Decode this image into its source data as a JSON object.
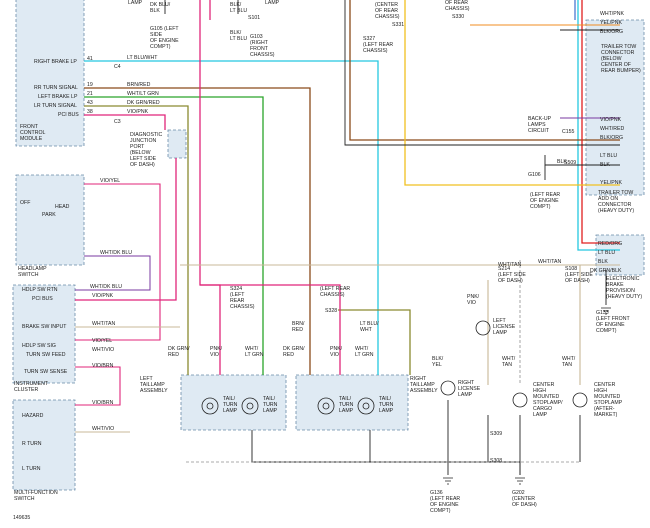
{
  "labels": {
    "lamp_top_left": "LAMP",
    "lamp_top_center": "LAMP",
    "g105_top": "DK BLU/\nBLK",
    "g105_label": "G105 (LEFT\nSIDE\nOF ENGINE\nCOMPT)",
    "blk_lt_blu": "BLK/\nLT BLU",
    "s101": "S101",
    "blk_lt_blu_2": "BLK/\nLT BLU",
    "g103_label": "G103\n(RIGHT\nFRONT\nCHASSIS)",
    "center_rear_chassis": "(CENTER\nOF REAR\nCHASSIS)",
    "s331": "S331",
    "of_rear_chassis": "OF REAR\nCHASSIS)",
    "s330": "S330",
    "s327": "S327\n(LEFT REAR\nCHASSIS)",
    "front_control_module": "FRONT\nCONTROL\nMODULE",
    "right_brake_lp": "RIGHT BRAKE LP",
    "rr_turn_signal": "RR TURN SIGNAL",
    "left_brake_lp": "LEFT BRAKE LP",
    "lr_turn_signal": "LR TURN SIGNAL",
    "pci_bus": "PCI BUS",
    "pin_41": "41",
    "pin_19": "19",
    "pin_21": "21",
    "pin_43": "43",
    "pin_38": "38",
    "wire_lt_blu_wht": "LT BLU/WHT",
    "wire_brn_red": "BRN/RED",
    "wire_wht_lt_grn": "WHT/LT GRN",
    "wire_dk_grn_red": "DK GRN/RED",
    "wire_vio_pnk": "VIO/PNK",
    "c4": "C4",
    "c3": "C3",
    "diag_port": "DIAGNOSTIC\nJUNCTION\nPORT\n(BELOW\nLEFT SIDE\nOF DASH)",
    "headlamp_switch": "HEADLAMP\nSWITCH",
    "off": "OFF",
    "head": "HEAD",
    "park": "PARK",
    "wire_vio_yel": "VIO/YEL",
    "wire_wht_dk_blu": "WHT/DK BLU",
    "instrument_cluster": "INSTRUMENT\nCLUSTER",
    "hdlp_sw_rtn": "HDLP SW RTN",
    "pci_bus_2": "PCI BUS",
    "brake_sw_input": "BRAKE SW INPUT",
    "hdlp_sw_sig": "HDLP SW SIG",
    "turn_sw_feed": "TURN SW FEED",
    "turn_sw_sense": "TURN SW SENSE",
    "wire_wht_dk_blu_2": "WHT/DK BLU",
    "wire_vio_pnk_2": "VIO/PNK",
    "wire_wht_tan": "WHT/TAN",
    "wire_vio_yel_2": "VIO/YEL",
    "wire_wht_vio": "WHT/VIO",
    "wire_vio_brn": "VIO/BRN",
    "multifunction_switch": "MULTI-FUNCTION\nSWITCH",
    "hazard": "HAZARD",
    "r_turn": "R TURN",
    "l_turn": "L TURN",
    "wire_vio_brn_2": "VIO/BRN",
    "wire_wht_vio_2": "WHT/VIO",
    "s324": "S324\n(LEFT\nREAR\nCHASSIS)",
    "s328": "S328",
    "left_rear_chassis": "(LEFT REAR\nCHASSIS)",
    "left_taillamp": "LEFT\nTAILLAMP\nASSEMBLY",
    "right_taillamp": "RIGHT\nTAILLAMP\nASSEMBLY",
    "tail_turn_lamp": "TAIL/\nTURN\nLAMP",
    "dk_grn_red_v": "DK GRN/\nRED",
    "pnk_vio": "PNK/\nVIO",
    "wht_lt_grn_v": "WHT/\nLT GRN",
    "brn_red_v": "BRN/\nRED",
    "lt_blu_wht_v": "LT BLU/\nWHT",
    "blk_yel": "BLK/\nYEL",
    "right_license_lamp": "RIGHT\nLICENSE\nLAMP",
    "left_license_lamp": "LEFT\nLICENSE\nLAMP",
    "pnk_vio_2": "PNK/\nVIO",
    "s214": "S214\n(LEFT SIDE\nOF DASH)",
    "s108": "S108\n(LEFT SIDE\nOF DASH)",
    "wht_tan_v": "WHT/\nTAN",
    "center_high_stop_cargo": "CENTER\nHIGH\nMOUNTED\nSTOPLAMP/\nCARGO\nLAMP",
    "center_high_stop_after": "CENTER\nHIGH\nMOUNTED\nSTOPLAMP\n(AFTER-\nMARKET)",
    "s309": "S309",
    "s308": "S308",
    "g136": "G136\n(LEFT REAR\nOF ENGINE\nCOMPT)",
    "g202": "G202\n(CENTER\nOF DASH)",
    "diagram_id": "149635",
    "trailer_tow_connector": "TRAILER TOW\nCONNECTOR\n(BELOW\nCENTER OF\nREAR BUMPER)",
    "backup_lamps_circuit": "BACK-UP\nLAMPS\nCIRCUIT",
    "c155": "C155",
    "s509": "S509",
    "g106": "G106",
    "g106_loc": "(LEFT REAR\nOF ENGINE\nCOMPT)",
    "trailer_tow_addon": "TRAILER TOW\nADD ON\nCONNECTOR\n(HEAVY DUTY)",
    "ebp": "ELECTRONIC\nBRAKE\nPROVISION\n(HEAVY DUTY)",
    "g133": "G133\n(LEFT FRONT\nOF ENGINE\nCOMPT)",
    "blk": "BLK",
    "wht_pnk_r": "WHT/PNK",
    "yel_pnk_r": "YEL/PNK",
    "blk_org_r": "BLK/ORG",
    "vio_pnk_r": "VIO/PNK",
    "wht_red_r": "WHT/RED",
    "blk_org_r2": "BLK/ORG",
    "lt_blu_r": "LT BLU",
    "blk_r": "BLK",
    "yel_pnk_r2": "YEL/PNK",
    "red_org_r": "RED/ORG",
    "lt_blu_r2": "LT BLU",
    "blk_r2": "BLK",
    "wht_tan_r": "WHT/TAN",
    "dk_grn_blk_r": "DK GRN/BLK",
    "wht_tan_top": "WHT/TAN"
  },
  "colors": {
    "pink": "#e0257a",
    "red": "#e02020",
    "brown": "#8a4a1a",
    "green": "#2aa52a",
    "cyan": "#25c8e0",
    "blue": "#2b62c8",
    "olive": "#8a8a30",
    "yellow": "#f0c020",
    "orange": "#f08c20",
    "purple": "#7a3aa0",
    "lightpink": "#f0a8c8",
    "tan": "#c8b898",
    "gray": "#909090",
    "black": "#222222"
  }
}
